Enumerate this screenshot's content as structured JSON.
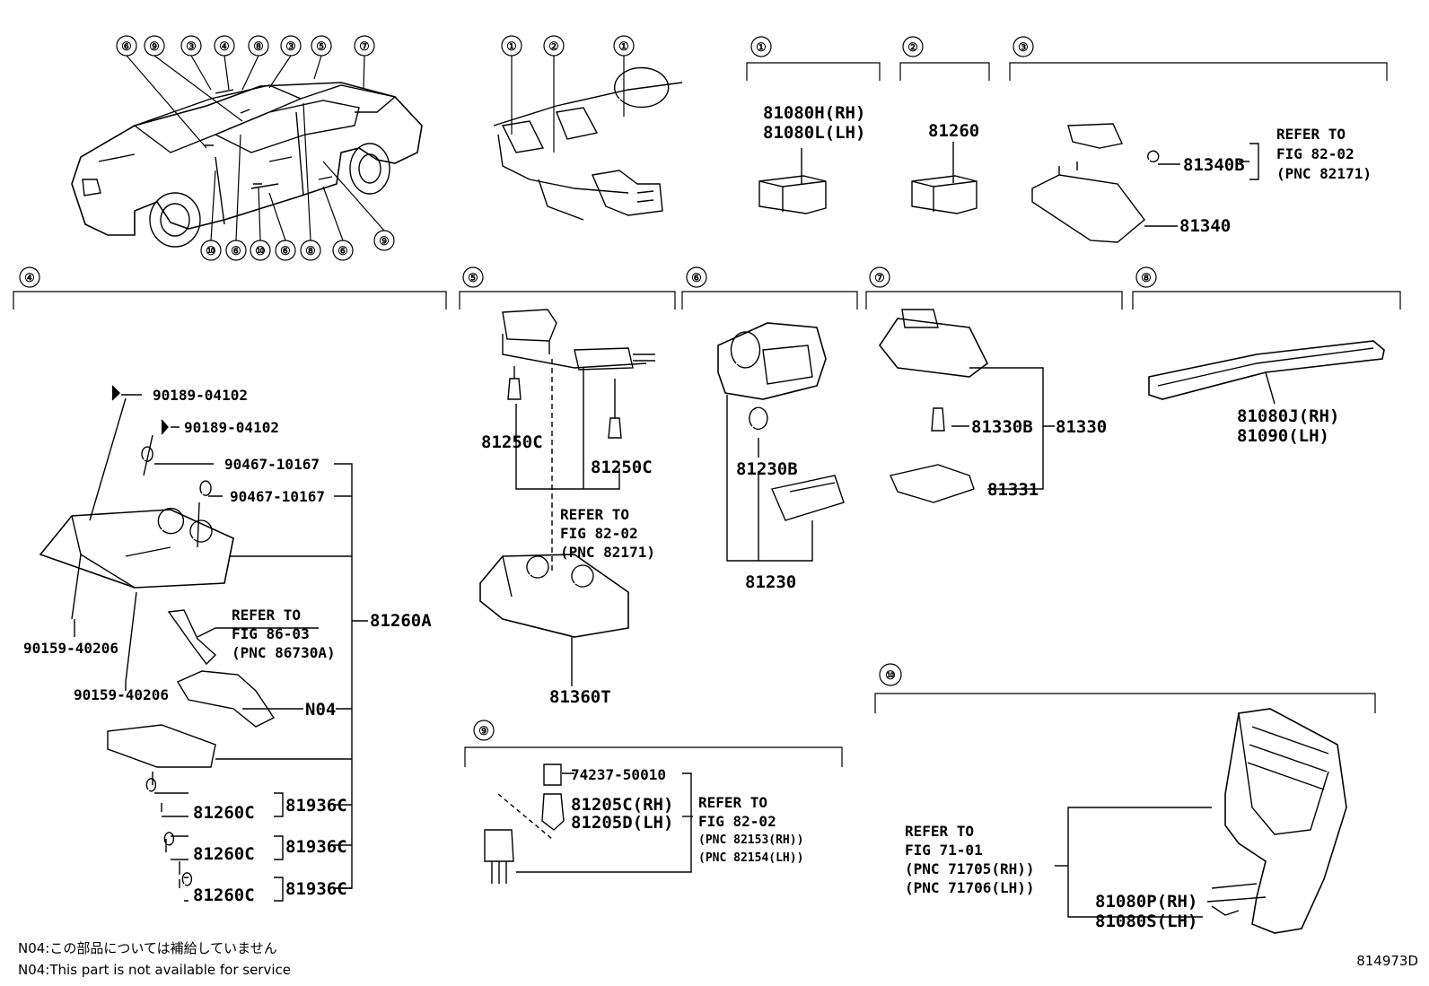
{
  "sections": {
    "s1": {
      "circle": "①",
      "labels": [
        "81080H(RH)",
        "81080L(LH)"
      ]
    },
    "s2": {
      "circle": "②",
      "labels": [
        "81260"
      ]
    },
    "s3": {
      "circle": "③",
      "labels": [
        "81340B",
        "81340"
      ],
      "refer": [
        "REFER TO",
        "FIG 82-02",
        "(PNC 82171)"
      ]
    },
    "s4": {
      "circle": "④",
      "labels": [
        "90189-04102",
        "90189-04102",
        "90467-10167",
        "90467-10167",
        "81260A",
        "90159-40206",
        "90159-40206",
        "N04",
        "81260C",
        "81260C",
        "81260C",
        "81936C",
        "81936C",
        "81936C"
      ],
      "refer": [
        "REFER TO",
        "FIG 86-03",
        "(PNC 86730A)"
      ]
    },
    "s5": {
      "circle": "⑤",
      "labels": [
        "81250C",
        "81250C",
        "81360T"
      ],
      "refer": [
        "REFER TO",
        "FIG 82-02",
        "(PNC 82171)"
      ]
    },
    "s6": {
      "circle": "⑥",
      "labels": [
        "81230B",
        "81230"
      ]
    },
    "s7": {
      "circle": "⑦",
      "labels": [
        "81330B",
        "81330",
        "81331"
      ]
    },
    "s8": {
      "circle": "⑧",
      "labels": [
        "81080J(RH)",
        "81090(LH)"
      ]
    },
    "s9": {
      "circle": "⑨",
      "labels": [
        "74237-50010",
        "81205C(RH)",
        "81205D(LH)"
      ],
      "refer": [
        "REFER TO",
        "FIG 82-02",
        "(PNC 82153(RH))",
        "(PNC 82154(LH))"
      ]
    },
    "s10": {
      "circle": "⑩",
      "labels": [
        "81080P(RH)",
        "81080S(LH)"
      ],
      "refer": [
        "REFER TO",
        "FIG 71-01",
        "(PNC 71705(RH))",
        "(PNC 71706(LH))"
      ]
    }
  },
  "car_callouts_top": [
    "⑥",
    "⑨",
    "③",
    "④",
    "⑧",
    "③",
    "⑤",
    "⑦"
  ],
  "car_callouts_bottom": [
    "⑩",
    "⑥",
    "⑩",
    "⑥",
    "⑧",
    "⑥",
    "⑨"
  ],
  "dash_callouts": [
    "①",
    "②",
    "①"
  ],
  "notes": {
    "jp": "N04:この部品については補給していません",
    "en": "N04:This part is not available for service"
  },
  "illustration_code": "814973D"
}
